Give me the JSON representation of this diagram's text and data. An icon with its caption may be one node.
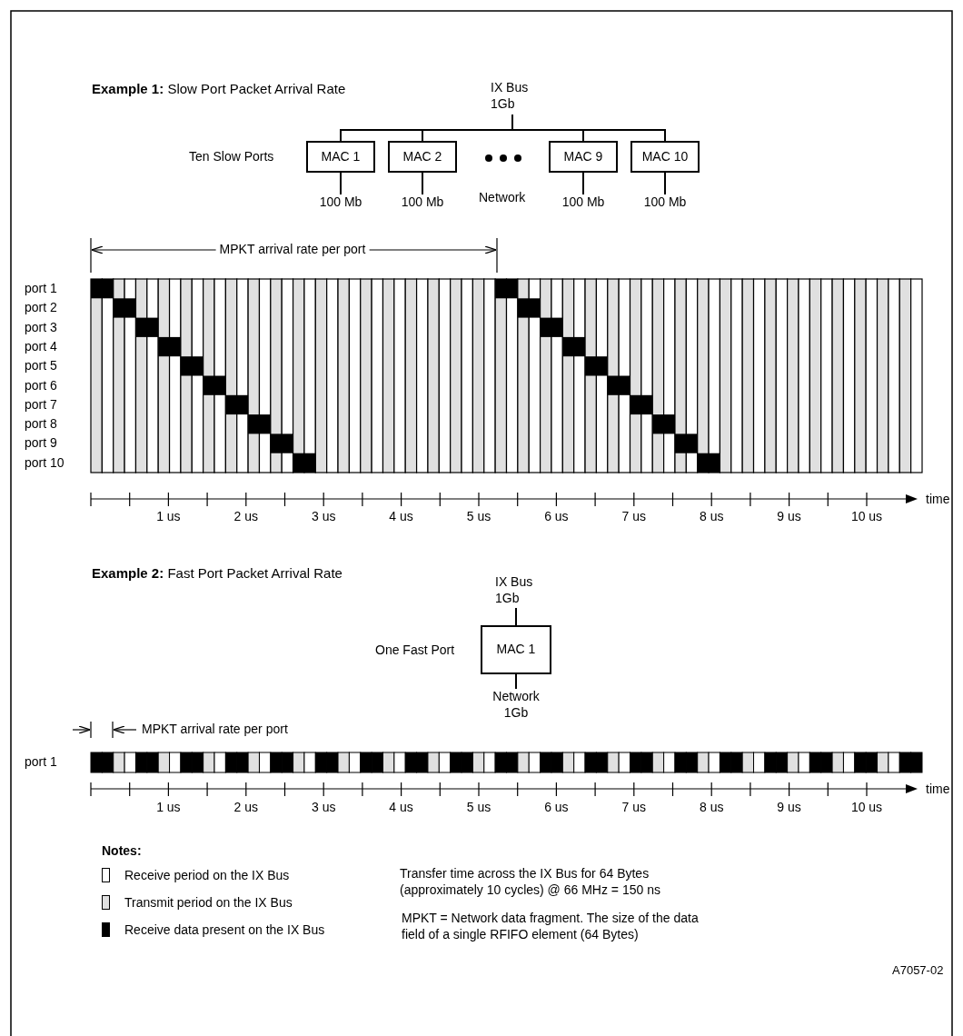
{
  "diagram": {
    "nodes": [
      {
        "text": [
          "IX Bus 1Gb"
        ]
      },
      {
        "text": [
          "MAC 1"
        ]
      },
      {
        "text": [
          "MAC 2"
        ]
      },
      {
        "text": [
          "MAC 9"
        ]
      },
      {
        "text": [
          "MAC 10"
        ]
      },
      {
        "text": [
          "100 Mb"
        ]
      },
      {
        "text": [
          "100 Mb"
        ]
      },
      {
        "text": [
          "100 Mb"
        ]
      },
      {
        "text": [
          "100 Mb"
        ]
      },
      {
        "text": [
          "IX Bus 1Gb"
        ]
      },
      {
        "text": [
          "MAC 1"
        ]
      },
      {
        "text": [
          "Network 1Gb"
        ]
      }
    ],
    "edges": [
      {
        "from": 0,
        "to": 1,
        "arrow": "none"
      },
      {
        "from": 0,
        "to": 2,
        "arrow": "none"
      },
      {
        "from": 0,
        "to": 3,
        "arrow": "none"
      },
      {
        "from": 0,
        "to": 4,
        "arrow": "none"
      },
      {
        "from": 1,
        "to": 5,
        "arrow": "none"
      },
      {
        "from": 2,
        "to": 6,
        "arrow": "none"
      },
      {
        "from": 3,
        "to": 7,
        "arrow": "none"
      },
      {
        "from": 4,
        "to": 8,
        "arrow": "none"
      },
      {
        "from": 9,
        "to": 10,
        "arrow": "none"
      },
      {
        "from": 10,
        "to": 11,
        "arrow": "none"
      }
    ],
    "labels": [
      "**Example 1:** Slow Port Packet Arrival Rate",
      "Ten Slow Ports",
      "Network",
      "MPKT arrival rate per port",
      "port 1",
      "port 2",
      "port 3",
      "port 4",
      "port 5",
      "port 6",
      "port 7",
      "port 8",
      "port 9",
      "port 10",
      "1 us",
      "2 us",
      "3 us",
      "4 us",
      "5 us",
      "6 us",
      "7 us",
      "8 us",
      "9 us",
      "10 us",
      "time",
      "**Example 2:** Fast Port Packet Arrival Rate",
      "One Fast Port",
      "MPKT arrival rate per port",
      "port 1",
      "1 us",
      "2 us",
      "3 us",
      "4 us",
      "5 us",
      "6 us",
      "7 us",
      "8 us",
      "9 us",
      "10 us",
      "time",
      "Notes:",
      "Transfer time across the IX Bus for 64 Bytes (approximately 10 cycles) @ 66 MHz = 150 ns",
      "MPKT = Network data fragment. The size of the data field of a single RFIFO element (64 Bytes)",
      "A7057-02"
    ],
    "legend": [
      {
        "text": "Receive period on the IX Bus",
        "color": "#ffffff"
      },
      {
        "text": "Transmit period on the IX Bus",
        "color": "#e0e0e0"
      },
      {
        "text": "Receive data present on the IX Bus",
        "color": "#000000"
      }
    ]
  }
}
